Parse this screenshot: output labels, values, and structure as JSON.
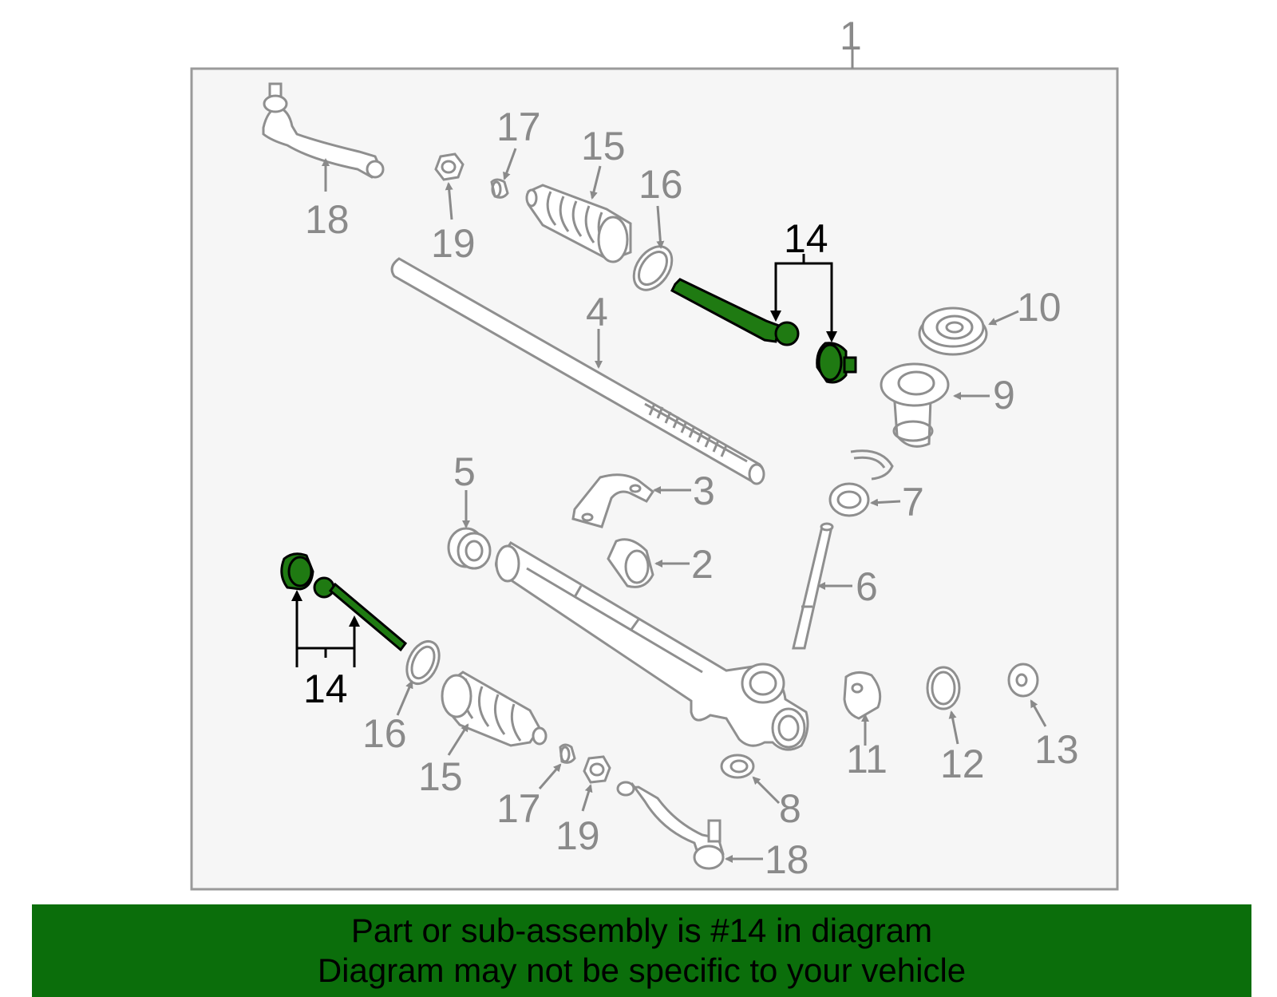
{
  "diagram": {
    "callouts": {
      "c1": "1",
      "c2": "2",
      "c3": "3",
      "c4": "4",
      "c5": "5",
      "c6": "6",
      "c7": "7",
      "c8": "8",
      "c9": "9",
      "c10": "10",
      "c11": "11",
      "c12": "12",
      "c13": "13",
      "c14_top": "14",
      "c14_bottom": "14",
      "c15_top": "15",
      "c15_bottom": "15",
      "c16_top": "16",
      "c16_bottom": "16",
      "c17_top": "17",
      "c17_bottom": "17",
      "c18_top": "18",
      "c18_bottom": "18",
      "c19_top": "19",
      "c19_bottom": "19"
    },
    "highlight_color": "#1f7a12",
    "highlighted_part": "14"
  },
  "banner": {
    "line1": "Part or sub-assembly is #14 in diagram",
    "line2": "Diagram may not be specific to your vehicle",
    "background": "#0b6e0b"
  }
}
